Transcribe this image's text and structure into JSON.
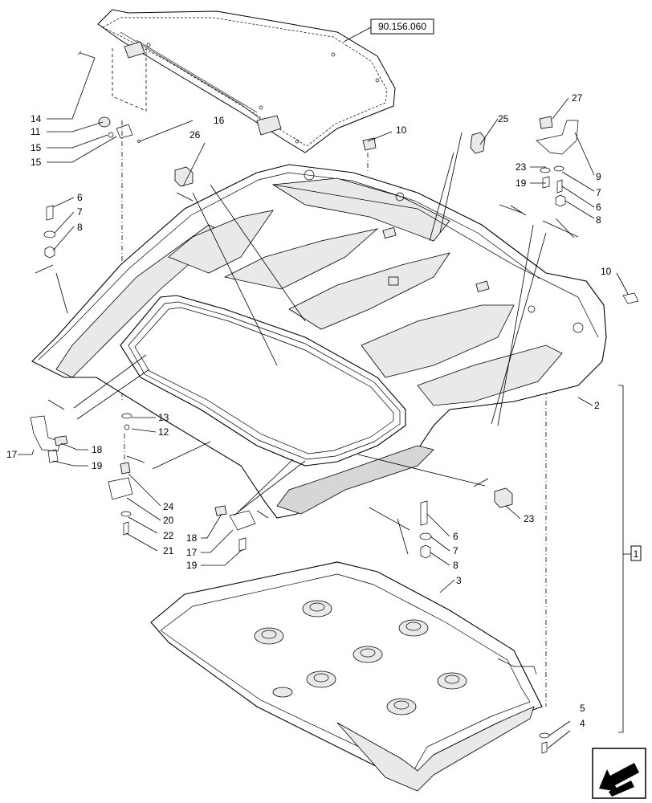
{
  "reference_code": "90.156.060",
  "assembly_label": "1",
  "labels": {
    "l2": "2",
    "l3": "3",
    "l4": "4",
    "l5": "5",
    "l6a": "6",
    "l7a": "7",
    "l8a": "8",
    "l6b": "6",
    "l7b": "7",
    "l8b": "8",
    "l6c": "6",
    "l7c": "7",
    "l8c": "8",
    "l9": "9",
    "l10a": "10",
    "l10b": "10",
    "l11": "11",
    "l12": "12",
    "l13": "13",
    "l14": "14",
    "l15a": "15",
    "l15b": "15",
    "l16": "16",
    "l17a": "17",
    "l18a": "18",
    "l19a": "19",
    "l17b": "17",
    "l18b": "18",
    "l19b": "19",
    "l19c": "19",
    "l20": "20",
    "l21": "21",
    "l22": "22",
    "l23a": "23",
    "l23b": "23",
    "l24": "24",
    "l25": "25",
    "l26": "26",
    "l27": "27"
  },
  "nav_icon": "arrow-nav-icon"
}
